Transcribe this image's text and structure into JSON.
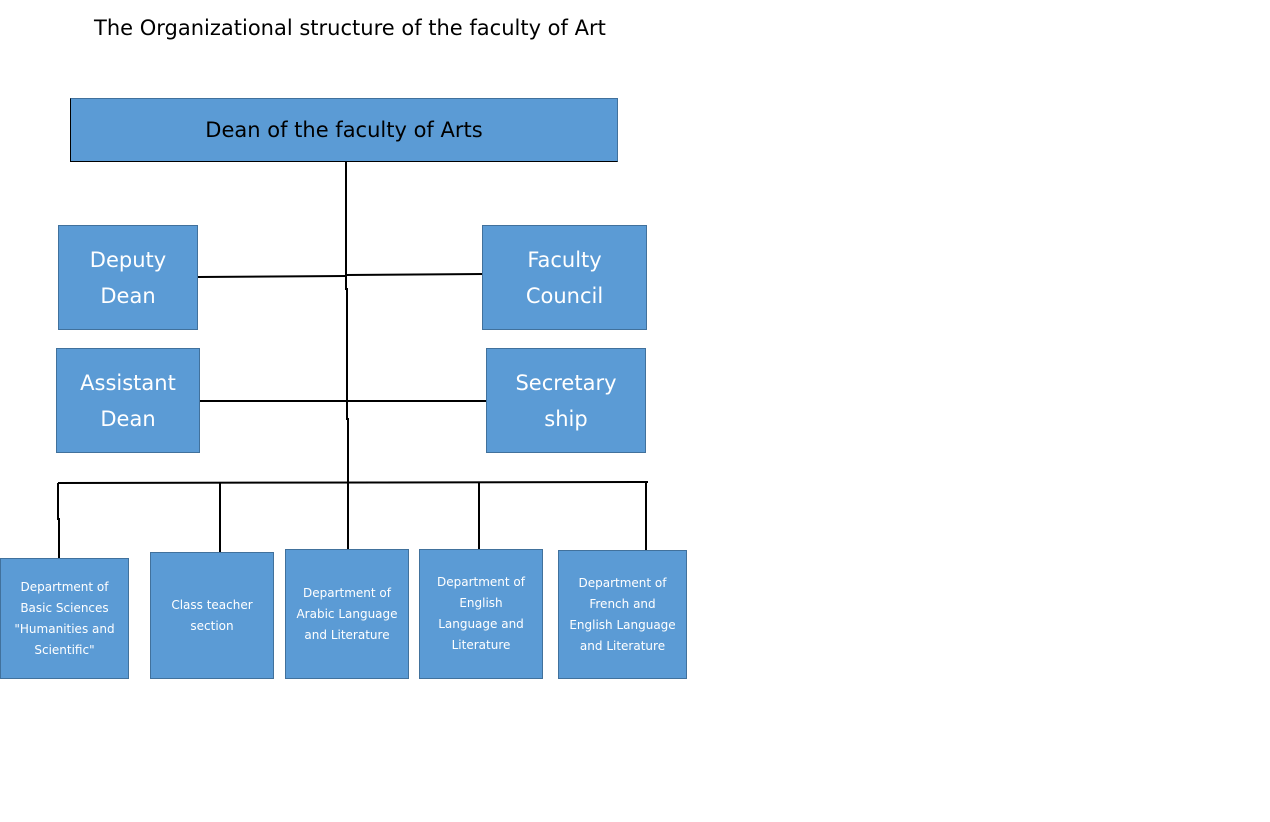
{
  "title": "The Organizational structure of the faculty of Art",
  "nodes": {
    "dean": "Dean of the faculty of Arts",
    "deputy_dean": "Deputy Dean",
    "faculty_council": "Faculty Council",
    "assistant_dean": "Assistant Dean",
    "secretaryship": "Secretary ship",
    "departments": [
      "Department of Basic Sciences \"Humanities and Scientific\"",
      "Class teacher section",
      "Department of Arabic Language and Literature",
      "Department of English Language and Literature",
      "Department of French and English Language and Literature"
    ]
  },
  "colors": {
    "box_fill": "#5b9bd5",
    "box_border": "#41719c",
    "connector": "#000000"
  }
}
